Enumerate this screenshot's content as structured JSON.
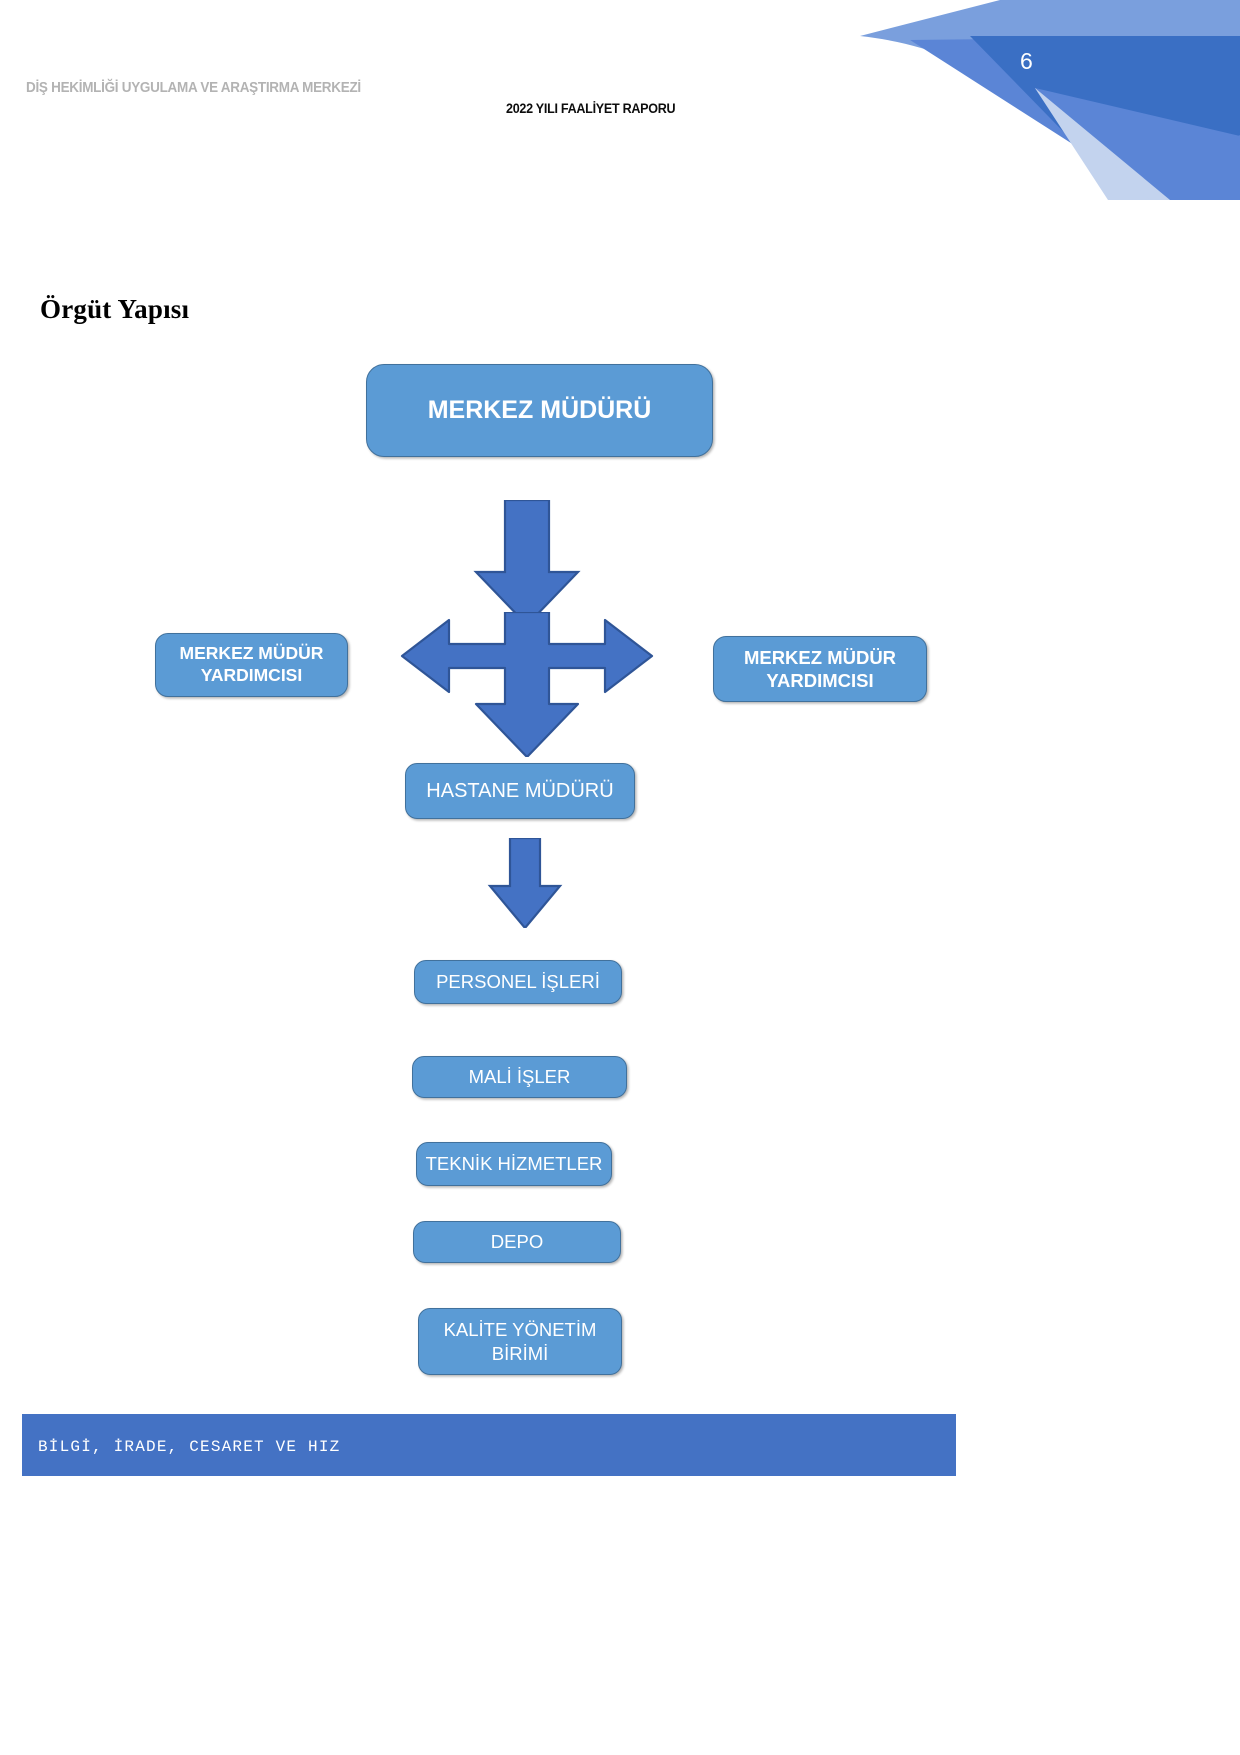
{
  "header": {
    "left_title": "DİŞ HEKİMLİĞİ UYGULAMA VE ARAŞTIRMA MERKEZİ",
    "center_title": "2022 YILI FAALİYET RAPORU",
    "page_number": "6"
  },
  "section": {
    "title": "Örgüt Yapısı"
  },
  "org_chart": {
    "type": "hierarchy",
    "root": {
      "label": "MERKEZ MÜDÜRÜ"
    },
    "deputies": [
      {
        "label": "MERKEZ MÜDÜR YARDIMCISI",
        "position": "left"
      },
      {
        "label": "MERKEZ MÜDÜR YARDIMCISI",
        "position": "right"
      }
    ],
    "hospital_manager": {
      "label": "HASTANE MÜDÜRÜ"
    },
    "units": [
      {
        "label": "PERSONEL İŞLERİ"
      },
      {
        "label": "MALİ İŞLER"
      },
      {
        "label": "TEKNİK HİZMETLER"
      },
      {
        "label": "DEPO"
      },
      {
        "label": "KALİTE YÖNETİM BİRİMİ"
      }
    ],
    "connectors": [
      {
        "name": "down-arrow-from-merkez-muduru",
        "direction": "down"
      },
      {
        "name": "horizontal-double-arrow-to-deputies",
        "direction": "left-right"
      },
      {
        "name": "down-arrow-to-hastane-muduru",
        "direction": "down"
      },
      {
        "name": "down-arrow-to-units",
        "direction": "down"
      }
    ]
  },
  "footer": {
    "motto": "BİLGİ, İRADE, CESARET VE HIZ"
  },
  "colors": {
    "node_fill": "#5b9bd5",
    "node_border": "#41719c",
    "arrow_fill": "#4472c4",
    "arrow_border": "#2f5597",
    "footer_bar": "#4472c4",
    "corner_dark": "#3a6fc4",
    "corner_mid": "#5b85d6",
    "corner_light": "#c3d3ee",
    "header_left_color": "#b3b3b3"
  }
}
